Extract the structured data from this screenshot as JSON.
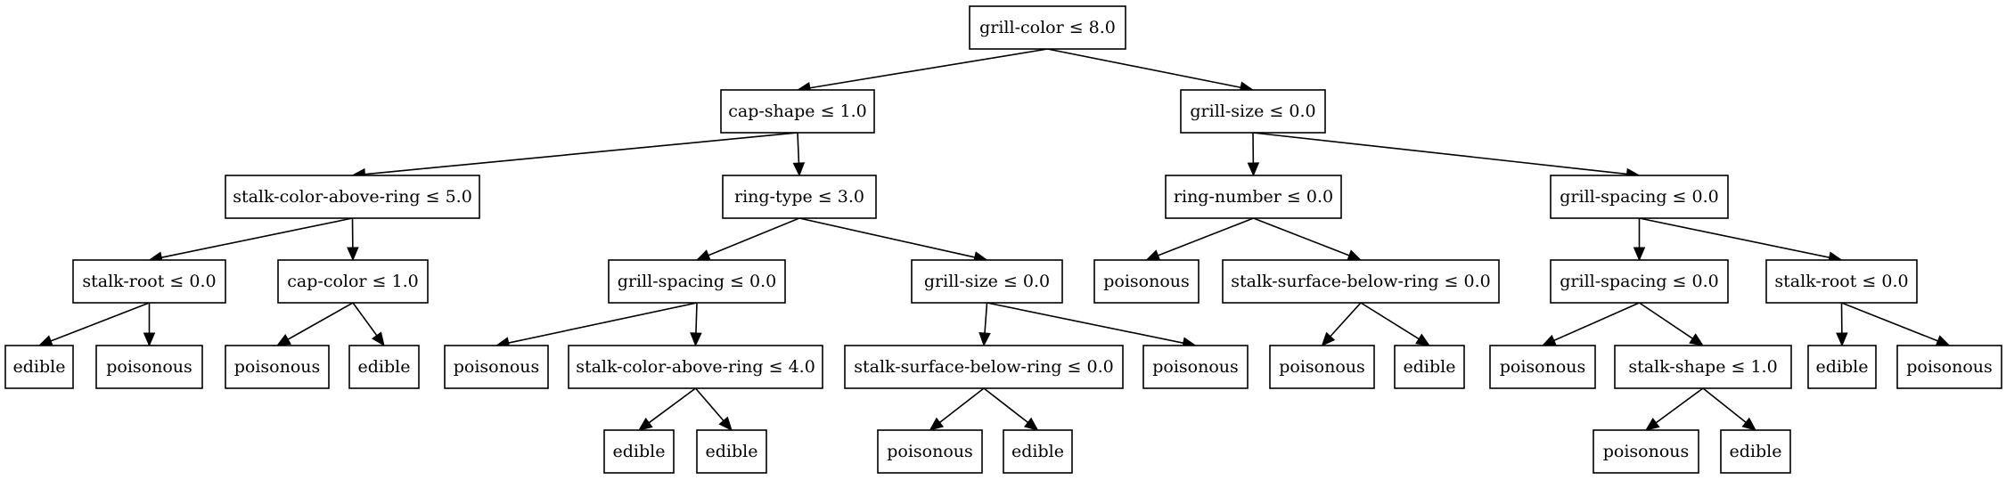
{
  "tree": {
    "nodes": [
      {
        "id": "n0",
        "label": "grill-color ≤ 8.0"
      },
      {
        "id": "n1",
        "label": "cap-shape ≤ 1.0"
      },
      {
        "id": "n2",
        "label": "grill-size ≤ 0.0"
      },
      {
        "id": "n3",
        "label": "stalk-color-above-ring ≤ 5.0"
      },
      {
        "id": "n4",
        "label": "ring-type ≤ 3.0"
      },
      {
        "id": "n5",
        "label": "ring-number ≤ 0.0"
      },
      {
        "id": "n6",
        "label": "grill-spacing ≤ 0.0"
      },
      {
        "id": "n7",
        "label": "stalk-root ≤ 0.0"
      },
      {
        "id": "n8",
        "label": "cap-color ≤ 1.0"
      },
      {
        "id": "n9",
        "label": "grill-spacing ≤ 0.0"
      },
      {
        "id": "n10",
        "label": "grill-size ≤ 0.0"
      },
      {
        "id": "n11",
        "label": "poisonous"
      },
      {
        "id": "n12",
        "label": "stalk-surface-below-ring ≤ 0.0"
      },
      {
        "id": "n13",
        "label": "grill-spacing ≤ 0.0"
      },
      {
        "id": "n14",
        "label": "stalk-root ≤ 0.0"
      },
      {
        "id": "n15",
        "label": "edible"
      },
      {
        "id": "n16",
        "label": "poisonous"
      },
      {
        "id": "n17",
        "label": "poisonous"
      },
      {
        "id": "n18",
        "label": "edible"
      },
      {
        "id": "n19",
        "label": "poisonous"
      },
      {
        "id": "n20",
        "label": "stalk-color-above-ring ≤ 4.0"
      },
      {
        "id": "n21",
        "label": "stalk-surface-below-ring ≤ 0.0"
      },
      {
        "id": "n22",
        "label": "poisonous"
      },
      {
        "id": "n23",
        "label": "poisonous"
      },
      {
        "id": "n24",
        "label": "edible"
      },
      {
        "id": "n25",
        "label": "poisonous"
      },
      {
        "id": "n26",
        "label": "stalk-shape ≤ 1.0"
      },
      {
        "id": "n27",
        "label": "edible"
      },
      {
        "id": "n28",
        "label": "poisonous"
      },
      {
        "id": "n29",
        "label": "edible"
      },
      {
        "id": "n30",
        "label": "edible"
      },
      {
        "id": "n31",
        "label": "poisonous"
      },
      {
        "id": "n32",
        "label": "edible"
      },
      {
        "id": "n33",
        "label": "poisonous"
      },
      {
        "id": "n34",
        "label": "edible"
      }
    ],
    "edges": [
      [
        "n0",
        "n1"
      ],
      [
        "n0",
        "n2"
      ],
      [
        "n1",
        "n3"
      ],
      [
        "n1",
        "n4"
      ],
      [
        "n2",
        "n5"
      ],
      [
        "n2",
        "n6"
      ],
      [
        "n3",
        "n7"
      ],
      [
        "n3",
        "n8"
      ],
      [
        "n4",
        "n9"
      ],
      [
        "n4",
        "n10"
      ],
      [
        "n5",
        "n11"
      ],
      [
        "n5",
        "n12"
      ],
      [
        "n6",
        "n13"
      ],
      [
        "n6",
        "n14"
      ],
      [
        "n7",
        "n15"
      ],
      [
        "n7",
        "n16"
      ],
      [
        "n8",
        "n17"
      ],
      [
        "n8",
        "n18"
      ],
      [
        "n9",
        "n19"
      ],
      [
        "n9",
        "n20"
      ],
      [
        "n10",
        "n21"
      ],
      [
        "n10",
        "n22"
      ],
      [
        "n12",
        "n23"
      ],
      [
        "n12",
        "n24"
      ],
      [
        "n13",
        "n25"
      ],
      [
        "n13",
        "n26"
      ],
      [
        "n14",
        "n27"
      ],
      [
        "n14",
        "n28"
      ],
      [
        "n20",
        "n29"
      ],
      [
        "n20",
        "n30"
      ],
      [
        "n21",
        "n31"
      ],
      [
        "n21",
        "n32"
      ],
      [
        "n26",
        "n33"
      ],
      [
        "n26",
        "n34"
      ]
    ]
  }
}
